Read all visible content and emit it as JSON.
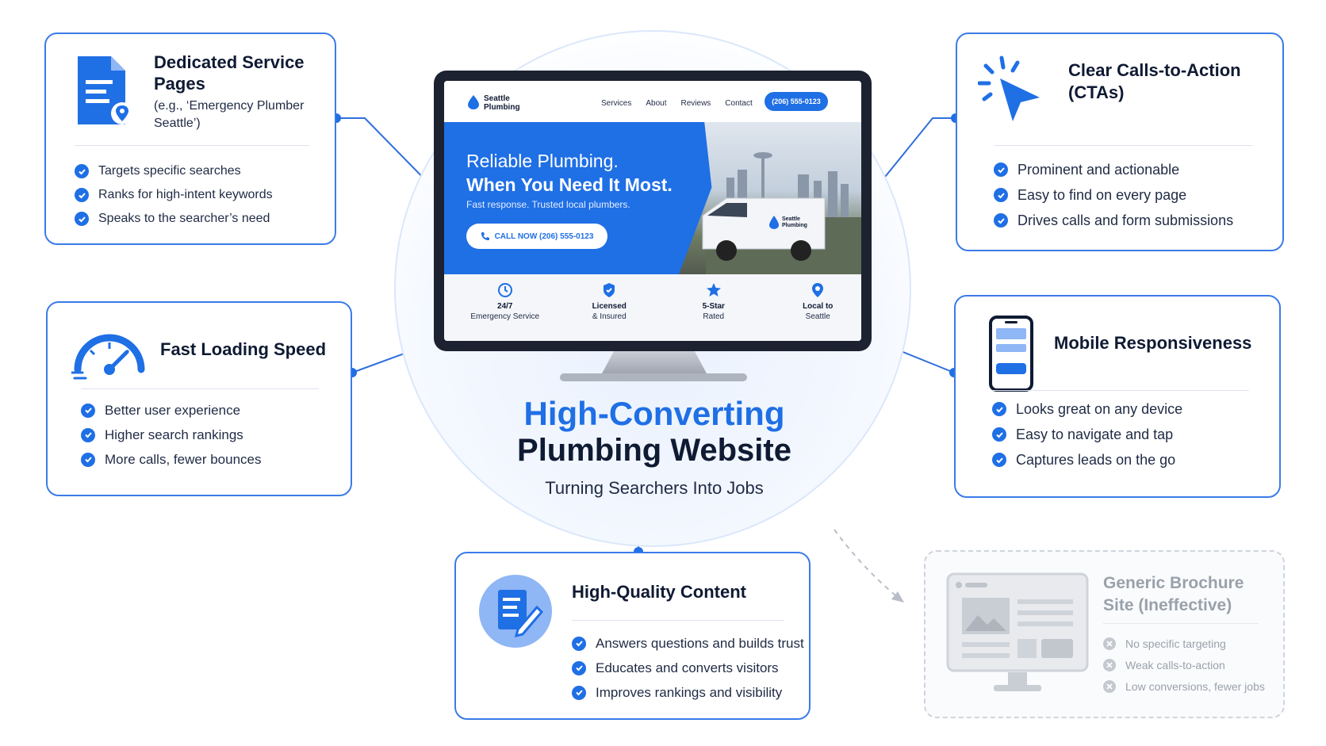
{
  "colors": {
    "accent": "#1f6fe5",
    "dark": "#0f1a33",
    "muted": "#9aa1ab"
  },
  "center": {
    "title_line1": "High-Converting",
    "title_line2": "Plumbing Website",
    "subtitle": "Turning Searchers Into Jobs"
  },
  "website": {
    "logo": "Seattle Plumbing",
    "nav": [
      "Services",
      "About",
      "Reviews",
      "Contact"
    ],
    "nav_phone": "(206) 555-0123",
    "hero_line1": "Reliable Plumbing.",
    "hero_line2": "When You Need It Most.",
    "hero_sub": "Fast response. Trusted local plumbers.",
    "hero_button": "CALL NOW (206) 555-0123",
    "features": [
      {
        "icon": "clock-icon",
        "line1": "24/7",
        "line2": "Emergency Service"
      },
      {
        "icon": "shield-icon",
        "line1": "Licensed",
        "line2": "& Insured"
      },
      {
        "icon": "star-icon",
        "line1": "5-Star",
        "line2": "Rated"
      },
      {
        "icon": "location-pin-icon",
        "line1": "Local to",
        "line2": "Seattle"
      }
    ]
  },
  "cards": {
    "dedicated": {
      "icon": "document-pin-icon",
      "title": "Dedicated Service Pages",
      "subtitle": "(e.g., ‘Emergency Plumber Seattle’)",
      "items": [
        "Targets specific searches",
        "Ranks for high-intent keywords",
        "Speaks to the searcher’s need"
      ]
    },
    "cta": {
      "icon": "cursor-click-icon",
      "title": "Clear Calls-to-Action (CTAs)",
      "items": [
        "Prominent and actionable",
        "Easy to find on every page",
        "Drives calls and form submissions"
      ]
    },
    "speed": {
      "icon": "speedometer-icon",
      "title": "Fast Loading Speed",
      "items": [
        "Better user experience",
        "Higher search rankings",
        "More calls, fewer bounces"
      ]
    },
    "mobile": {
      "icon": "smartphone-icon",
      "title": "Mobile Responsiveness",
      "items": [
        "Looks great on any device",
        "Easy to navigate and tap",
        "Captures leads on the go"
      ]
    },
    "content": {
      "icon": "document-edit-icon",
      "title": "High-Quality Content",
      "items": [
        "Answers questions and builds trust",
        "Educates and converts visitors",
        "Improves rankings and visibility"
      ]
    },
    "generic": {
      "icon": "generic-monitor-icon",
      "title": "Generic Brochure Site (Ineffective)",
      "items": [
        "No specific targeting",
        "Weak calls-to-action",
        "Low conversions, fewer jobs"
      ]
    }
  }
}
